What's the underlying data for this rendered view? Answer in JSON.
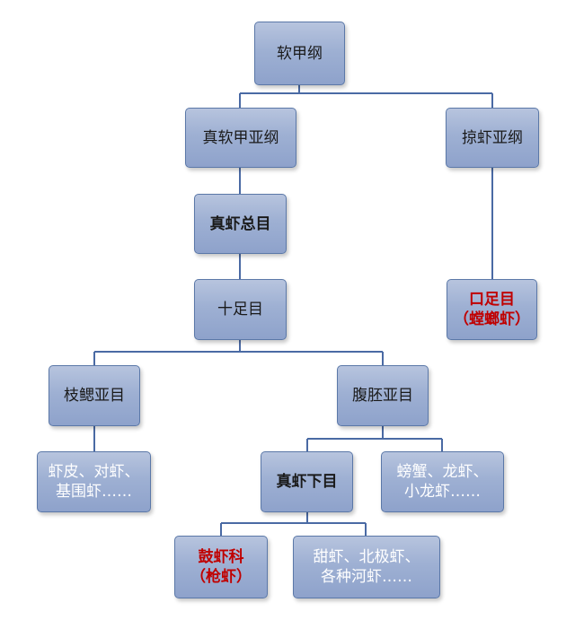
{
  "diagram": {
    "nodes": {
      "ruanjiagang": "软甲纲",
      "zhenruanjia": "真软甲亚纲",
      "lvexia": "掠虾亚纲",
      "zhenxiazongmu": "真虾总目",
      "kouzumu": [
        "口足目",
        "（螳螂虾）"
      ],
      "shizumu": "十足目",
      "zhisaiyamu": "枝鳃亚目",
      "fupiyamu": "腹胚亚目",
      "zhisai_examples": [
        "虾皮、对虾、",
        "基围虾……"
      ],
      "zhenxiaxiamu": "真虾下目",
      "fupi_examples": [
        "螃蟹、龙虾、",
        "小龙虾……"
      ],
      "guxiake": [
        "鼓虾科",
        "（枪虾）"
      ],
      "zhenxia_examples": [
        "甜虾、北极虾、",
        "各种河虾……"
      ]
    },
    "colors": {
      "box_fill": "#9eb0d3",
      "box_border": "#5b78a8",
      "connector": "#4a6aa4",
      "highlight_text": "#c00000",
      "light_text": "#ffffff"
    }
  }
}
